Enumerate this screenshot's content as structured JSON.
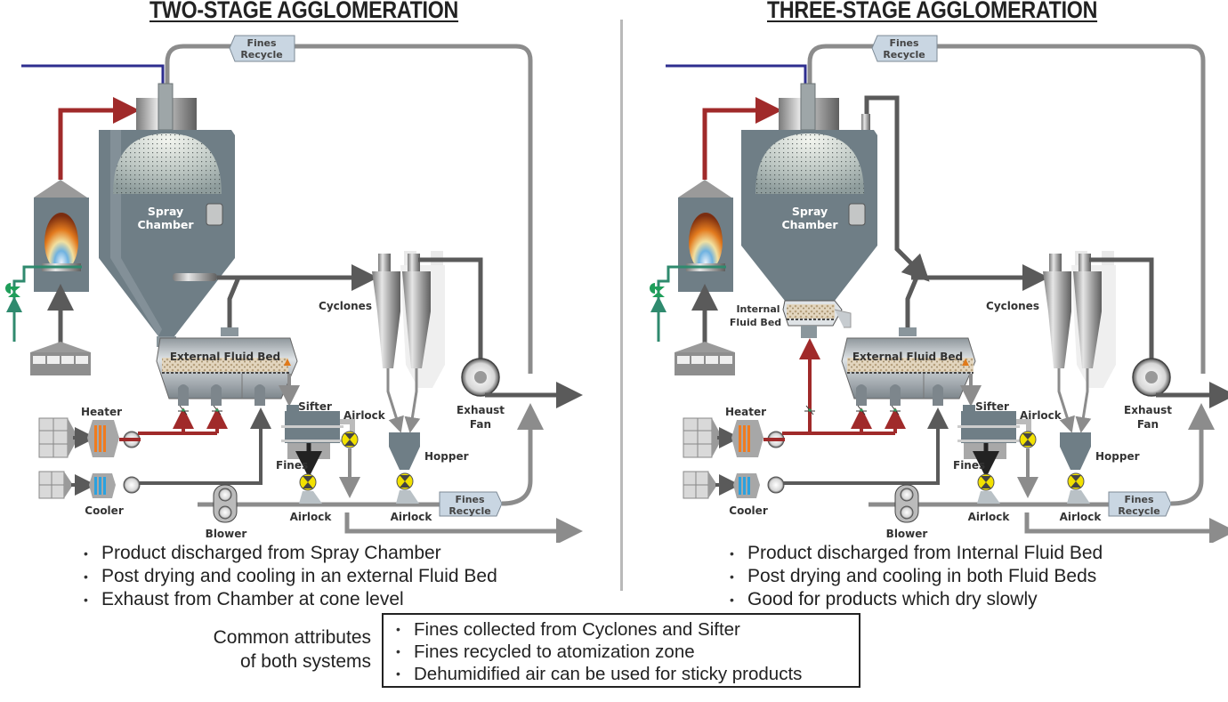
{
  "left_panel": {
    "title": "TWO-STAGE AGGLOMERATION",
    "labels": {
      "fines_recycle_top": [
        "Fines",
        "Recycle"
      ],
      "spray_chamber": [
        "Spray",
        "Chamber"
      ],
      "external_fluid_bed": "External Fluid Bed",
      "cyclones": "Cyclones",
      "exhaust_fan": [
        "Exhaust",
        "Fan"
      ],
      "heater": "Heater",
      "cooler": "Cooler",
      "blower": "Blower",
      "sifter": "Sifter",
      "airlock_sifter": "Airlock",
      "fines": "Fines",
      "airlock_bottom_1": "Airlock",
      "airlock_bottom_2": "Airlock",
      "hopper": "Hopper",
      "fines_recycle_bottom": [
        "Fines",
        "Recycle"
      ]
    },
    "bullets": [
      "Product discharged from Spray Chamber",
      "Post drying and cooling in an external Fluid Bed",
      "Exhaust from Chamber at cone level"
    ]
  },
  "right_panel": {
    "title": "THREE-STAGE AGGLOMERATION",
    "labels": {
      "fines_recycle_top": [
        "Fines",
        "Recycle"
      ],
      "spray_chamber": [
        "Spray",
        "Chamber"
      ],
      "internal_fluid_bed": [
        "Internal",
        "Fluid Bed"
      ],
      "external_fluid_bed": "External Fluid Bed",
      "cyclones": "Cyclones",
      "exhaust_fan": [
        "Exhaust",
        "Fan"
      ],
      "heater": "Heater",
      "cooler": "Cooler",
      "blower": "Blower",
      "sifter": "Sifter",
      "airlock_sifter": "Airlock",
      "fines": "Fines",
      "airlock_bottom_1": "Airlock",
      "airlock_bottom_2": "Airlock",
      "hopper": "Hopper",
      "fines_recycle_bottom": [
        "Fines",
        "Recycle"
      ]
    },
    "bullets": [
      "Product discharged from Internal Fluid Bed",
      "Post drying and cooling in both Fluid Beds",
      "Good for products which dry slowly"
    ]
  },
  "common": {
    "label_line1": "Common attributes",
    "label_line2": "of both systems",
    "bullets": [
      "Fines collected from Cyclones and Sifter",
      "Fines recycled to atomization zone",
      "Dehumidified air can be used for sticky products"
    ]
  },
  "colors": {
    "hot_air": "#a02a2a",
    "feed": "#2e2e8f",
    "gas_line": "#2f8a6e",
    "process_line": "#5a5a5a",
    "recycle_line": "#8c8c8c",
    "vessel": "#6f7e86",
    "tag_fill": "#c9d6e2",
    "airlock_yellow": "#f2e100"
  }
}
